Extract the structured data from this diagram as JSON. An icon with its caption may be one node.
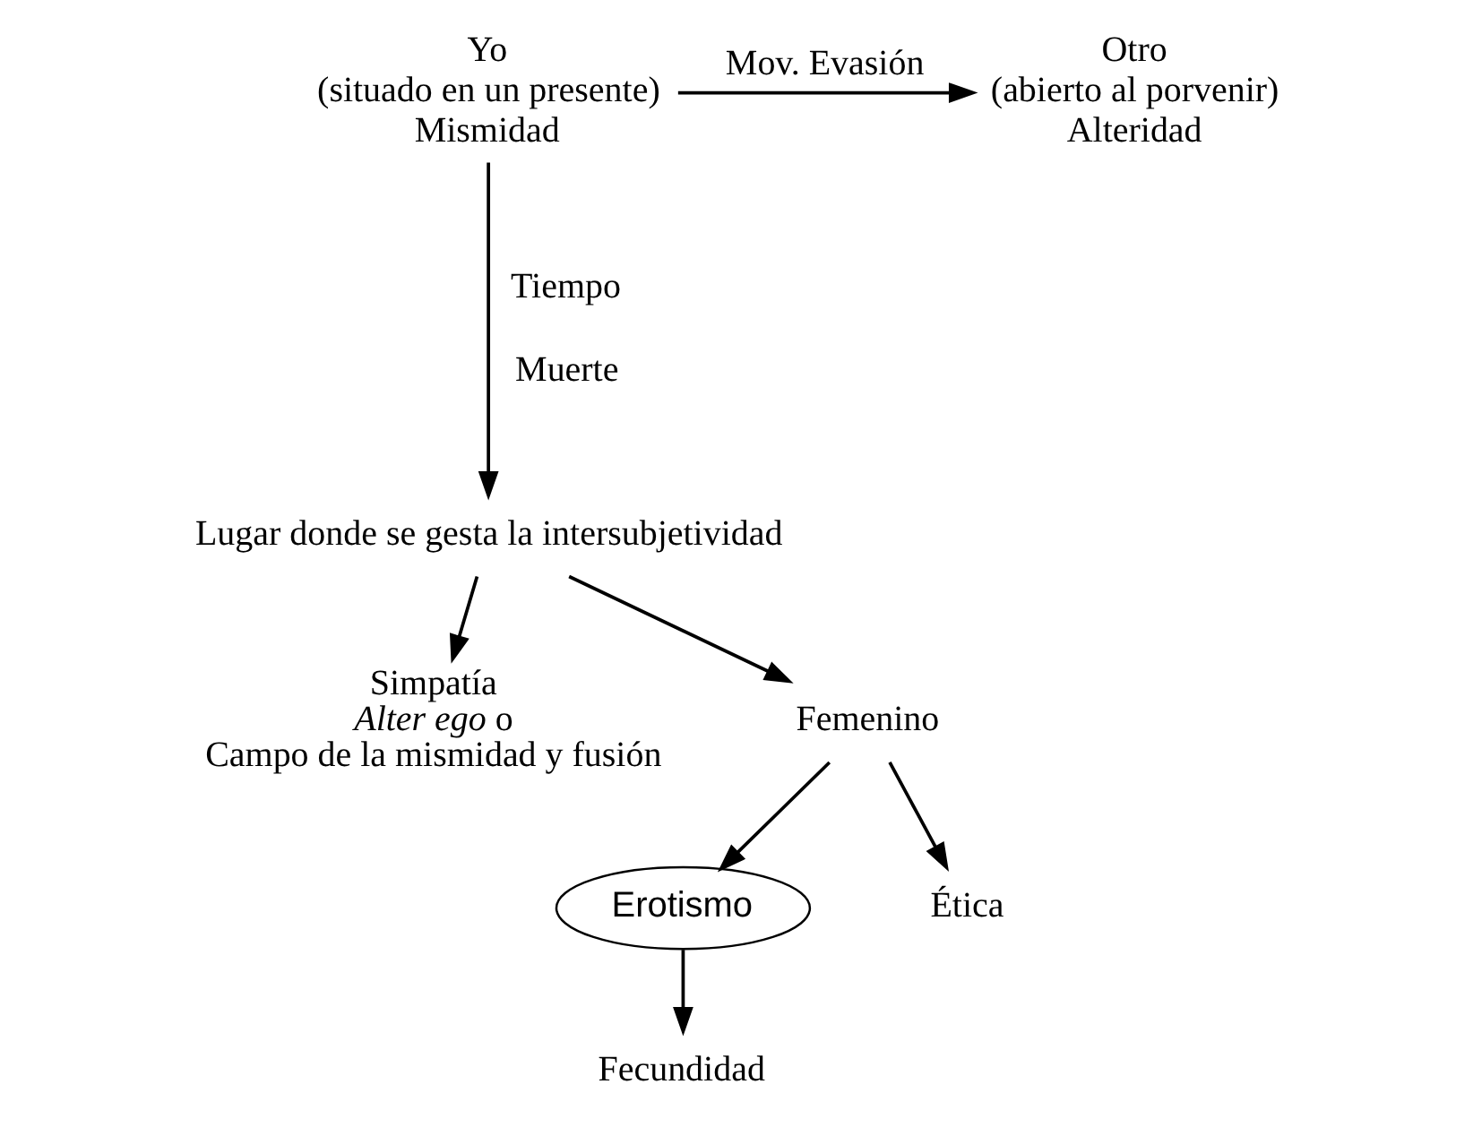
{
  "diagram": {
    "nodes": [
      {
        "text": [
          "Yo",
          "(situado en un presente)",
          "Mismidad"
        ]
      },
      {
        "text": [
          "Otro",
          "(abierto al porvenir)",
          "Alteridad"
        ]
      },
      {
        "text": [
          "Lugar donde se gesta la intersubjetividad"
        ]
      },
      {
        "text": [
          "Simpatía",
          "*Alter ego* o",
          "Campo de la mismidad y fusión"
        ]
      },
      {
        "text": [
          "Femenino"
        ]
      },
      {
        "text": [
          "Erotismo"
        ]
      },
      {
        "text": [
          "Ética"
        ]
      },
      {
        "text": [
          "Fecundidad"
        ]
      }
    ],
    "edges": [
      {
        "from": 0,
        "to": 1,
        "arrow": "to",
        "label": "Mov. Evasión"
      },
      {
        "from": 0,
        "to": 2,
        "arrow": "to"
      },
      {
        "from": 2,
        "to": 3,
        "arrow": "to"
      },
      {
        "from": 2,
        "to": 4,
        "arrow": "to"
      },
      {
        "from": 4,
        "to": 5,
        "arrow": "to"
      },
      {
        "from": 4,
        "to": 6,
        "arrow": "to"
      },
      {
        "from": 5,
        "to": 7,
        "arrow": "to"
      }
    ],
    "labels": [
      "Tiempo",
      "Muerte"
    ]
  }
}
